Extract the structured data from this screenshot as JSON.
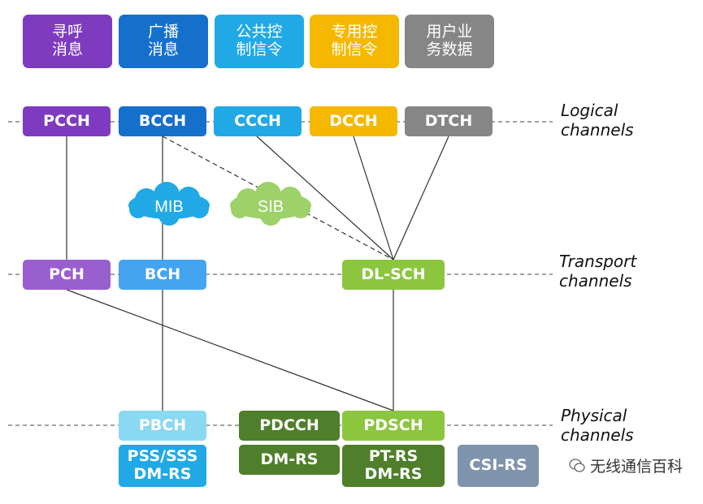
{
  "legend": [
    {
      "text": "寻呼\n消息",
      "color": "#7e3bbf"
    },
    {
      "text": "广播\n消息",
      "color": "#1570cc"
    },
    {
      "text": "公共控\n制信令",
      "color": "#21a9e6"
    },
    {
      "text": "专用控\n制信令",
      "color": "#f5b800"
    },
    {
      "text": "用户业\n务数据",
      "color": "#868686"
    }
  ],
  "layers": {
    "logical": "Logical\nchannels",
    "transport": "Transport\nchannels",
    "physical": "Physical\nchannels"
  },
  "logical": {
    "pcch": "PCCH",
    "bcch": "BCCH",
    "ccch": "CCCH",
    "dcch": "DCCH",
    "dtch": "DTCH"
  },
  "transport": {
    "pch": "PCH",
    "bch": "BCH",
    "dlsch": "DL-SCH"
  },
  "physical": {
    "pbch": "PBCH",
    "pss": "PSS/SSS\nDM-RS",
    "pdcch": "PDCCH",
    "dmrs": "DM-RS",
    "pdsch": "PDSCH",
    "ptrs": "PT-RS\nDM-RS",
    "csirs": "CSI-RS"
  },
  "clouds": {
    "mib": "MIB",
    "sib": "SIB"
  },
  "watermark": "无线通信百科",
  "colors": {
    "purple": "#7e3bbf",
    "blue": "#1570cc",
    "lightblue": "#21a9e6",
    "yellow": "#f5b800",
    "gray": "#868686",
    "green": "#8cc63f",
    "darkgreen": "#4f7f2a",
    "paleblue": "#8bd8f2",
    "bluegray": "#7f93ad",
    "cloud": "#9dd16a"
  }
}
